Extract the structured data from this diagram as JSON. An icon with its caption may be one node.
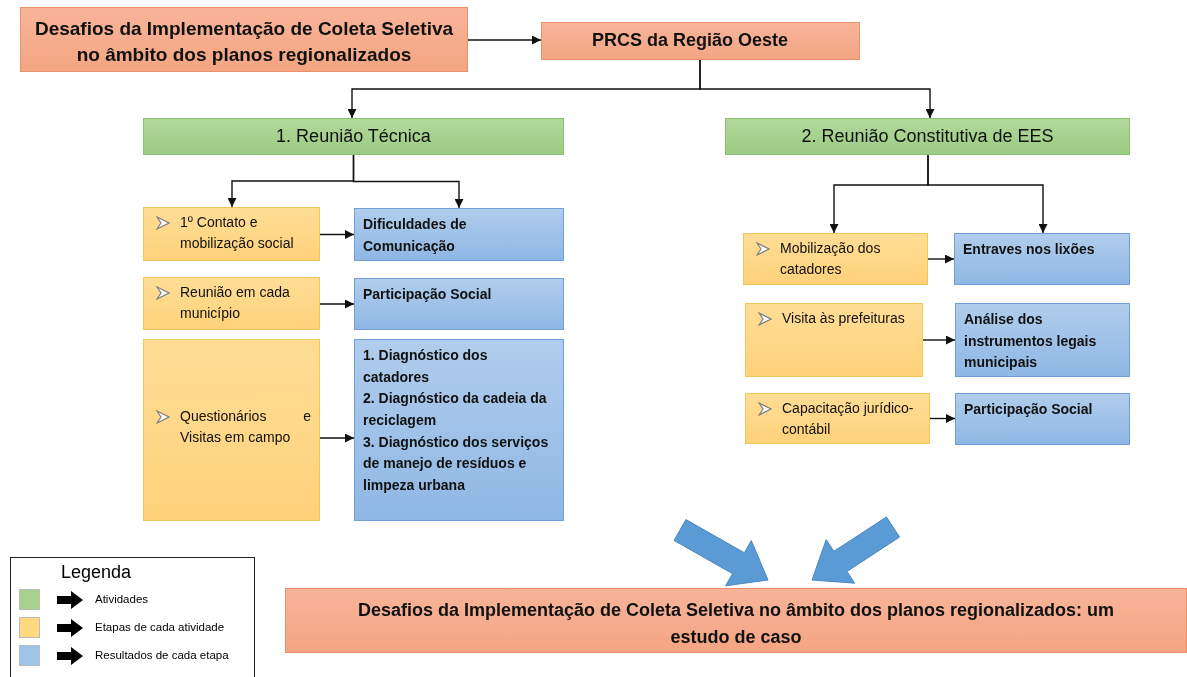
{
  "diagram": {
    "nodes": [
      {
        "text": [
          "Desafios da Implementação de Coleta Seletiva no âmbito dos planos regionalizados"
        ]
      },
      {
        "text": [
          "PRCS da Região Oeste"
        ]
      },
      {
        "text": [
          "1. Reunião Técnica"
        ]
      },
      {
        "text": [
          "2. Reunião Constitutiva de EES"
        ]
      },
      {
        "text": [
          "1º Contato e mobilização social"
        ]
      },
      {
        "text": [
          "Dificuldades de Comunicação"
        ]
      },
      {
        "text": [
          "Reunião em cada município"
        ]
      },
      {
        "text": [
          "Participação Social"
        ]
      },
      {
        "text": [
          "Questionários e Visitas em campo"
        ]
      },
      {
        "text": [
          "1. Diagnóstico dos catadores",
          "2. Diagnóstico da cadeia da reciclagem",
          "3. Diagnóstico dos serviços de manejo de resíduos e limpeza urbana"
        ]
      },
      {
        "text": [
          "Mobilização dos catadores"
        ]
      },
      {
        "text": [
          "Entraves nos lixões"
        ]
      },
      {
        "text": [
          "Visita às prefeituras"
        ]
      },
      {
        "text": [
          "Análise dos instrumentos legais municipais"
        ]
      },
      {
        "text": [
          "Capacitação jurídico-contábil"
        ]
      },
      {
        "text": [
          "Participação Social"
        ]
      },
      {
        "text": [
          "Desafios da Implementação de Coleta Seletiva no âmbito dos planos regionalizados: um estudo de caso"
        ]
      }
    ],
    "edges": [
      {
        "from": 0,
        "to": 1,
        "arrow": "to"
      },
      {
        "from": 1,
        "to": 2,
        "arrow": "to"
      },
      {
        "from": 1,
        "to": 3,
        "arrow": "to"
      },
      {
        "from": 2,
        "to": 4,
        "arrow": "to"
      },
      {
        "from": 2,
        "to": 5,
        "arrow": "to"
      },
      {
        "from": 3,
        "to": 10,
        "arrow": "to"
      },
      {
        "from": 3,
        "to": 11,
        "arrow": "to"
      },
      {
        "from": 4,
        "to": 5,
        "arrow": "to"
      },
      {
        "from": 6,
        "to": 7,
        "arrow": "to"
      },
      {
        "from": 8,
        "to": 9,
        "arrow": "to"
      },
      {
        "from": 10,
        "to": 11,
        "arrow": "to"
      },
      {
        "from": 12,
        "to": 13,
        "arrow": "to"
      },
      {
        "from": 14,
        "to": 15,
        "arrow": "to"
      },
      {
        "from": null,
        "to": 16,
        "arrow": "to",
        "style": "thick",
        "color": "#5b9bd5"
      },
      {
        "from": null,
        "to": 16,
        "arrow": "to",
        "style": "thick",
        "color": "#5b9bd5"
      }
    ],
    "labels": [
      "Legenda"
    ],
    "legend": [
      {
        "text": "Atividades",
        "color": "#a9d18e"
      },
      {
        "text": "Etapas de cada atividade",
        "color": "#ffd97f"
      },
      {
        "text": "Resultados de cada etapa",
        "color": "#9dc3e6"
      }
    ]
  }
}
